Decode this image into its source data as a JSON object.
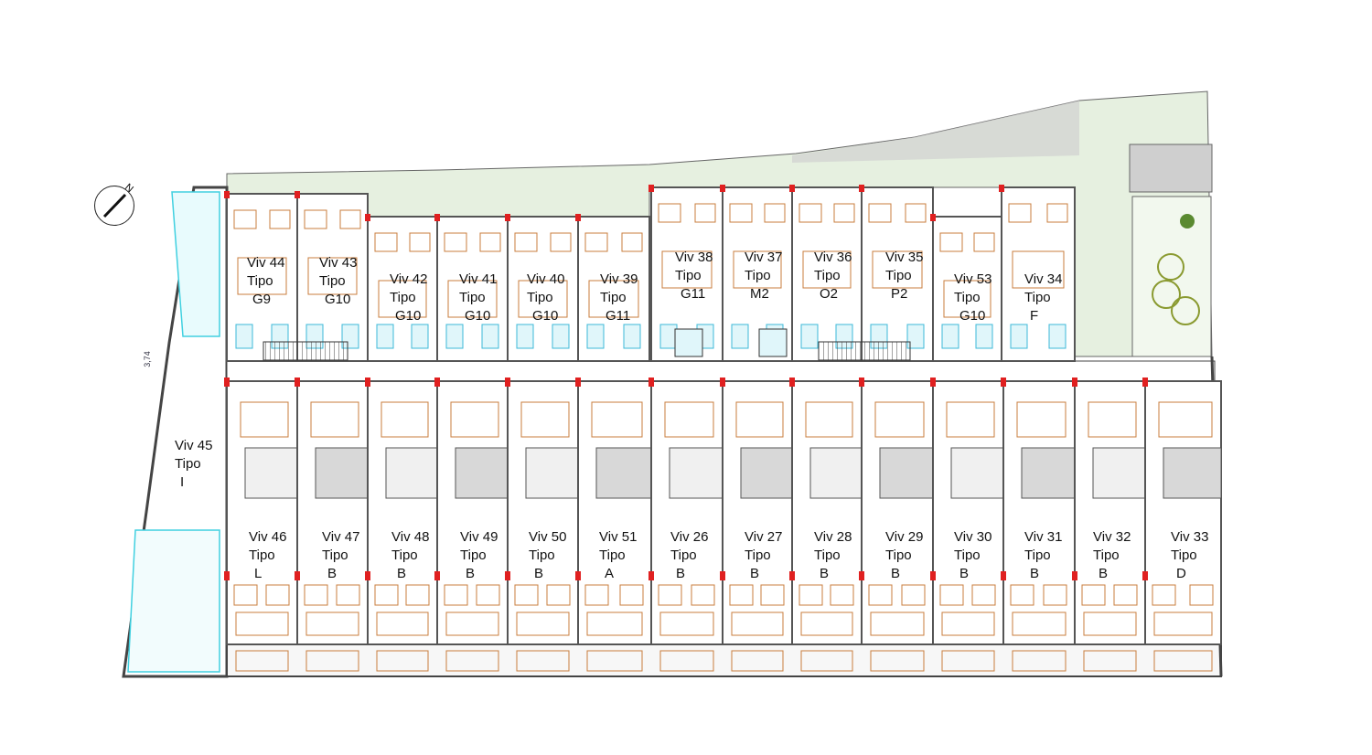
{
  "north_label": "N",
  "dimension_label": "3,74",
  "colors": {
    "wall": "#555555",
    "column": "#e02020",
    "furniture": "#c87d3c",
    "bath": "#3cb8d8",
    "garden": "#d8ead0",
    "glass": "#40d0e0"
  },
  "top_units": [
    {
      "viv": "Viv 44",
      "tipo_label": "Tipo",
      "tipo": "G9"
    },
    {
      "viv": "Viv 43",
      "tipo_label": "Tipo",
      "tipo": "G10"
    },
    {
      "viv": "Viv 42",
      "tipo_label": "Tipo",
      "tipo": "G10"
    },
    {
      "viv": "Viv 41",
      "tipo_label": "Tipo",
      "tipo": "G10"
    },
    {
      "viv": "Viv 40",
      "tipo_label": "Tipo",
      "tipo": "G10"
    },
    {
      "viv": "Viv 39",
      "tipo_label": "Tipo",
      "tipo": "G11"
    },
    {
      "viv": "Viv 38",
      "tipo_label": "Tipo",
      "tipo": "G11"
    },
    {
      "viv": "Viv 37",
      "tipo_label": "Tipo",
      "tipo": "M2"
    },
    {
      "viv": "Viv 36",
      "tipo_label": "Tipo",
      "tipo": "O2"
    },
    {
      "viv": "Viv 35",
      "tipo_label": "Tipo",
      "tipo": "P2"
    },
    {
      "viv": "Viv 53",
      "tipo_label": "Tipo",
      "tipo": "G10"
    },
    {
      "viv": "Viv 34",
      "tipo_label": "Tipo",
      "tipo": "F"
    }
  ],
  "side_unit": {
    "viv": "Viv 45",
    "tipo_label": "Tipo",
    "tipo": "I"
  },
  "bottom_units": [
    {
      "viv": "Viv 46",
      "tipo_label": "Tipo",
      "tipo": "L"
    },
    {
      "viv": "Viv 47",
      "tipo_label": "Tipo",
      "tipo": "B"
    },
    {
      "viv": "Viv 48",
      "tipo_label": "Tipo",
      "tipo": "B"
    },
    {
      "viv": "Viv 49",
      "tipo_label": "Tipo",
      "tipo": "B"
    },
    {
      "viv": "Viv 50",
      "tipo_label": "Tipo",
      "tipo": "B"
    },
    {
      "viv": "Viv 51",
      "tipo_label": "Tipo",
      "tipo": "A"
    },
    {
      "viv": "Viv 26",
      "tipo_label": "Tipo",
      "tipo": "B"
    },
    {
      "viv": "Viv 27",
      "tipo_label": "Tipo",
      "tipo": "B"
    },
    {
      "viv": "Viv 28",
      "tipo_label": "Tipo",
      "tipo": "B"
    },
    {
      "viv": "Viv 29",
      "tipo_label": "Tipo",
      "tipo": "B"
    },
    {
      "viv": "Viv 30",
      "tipo_label": "Tipo",
      "tipo": "B"
    },
    {
      "viv": "Viv 31",
      "tipo_label": "Tipo",
      "tipo": "B"
    },
    {
      "viv": "Viv 32",
      "tipo_label": "Tipo",
      "tipo": "B"
    },
    {
      "viv": "Viv 33",
      "tipo_label": "Tipo",
      "tipo": "D"
    }
  ]
}
